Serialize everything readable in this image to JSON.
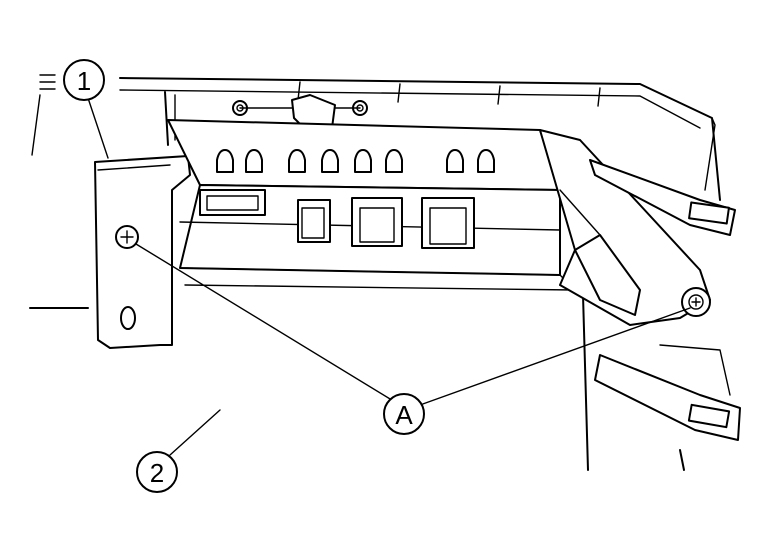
{
  "callouts": {
    "part_1": "1",
    "part_2": "2",
    "fastener_a": "A"
  }
}
